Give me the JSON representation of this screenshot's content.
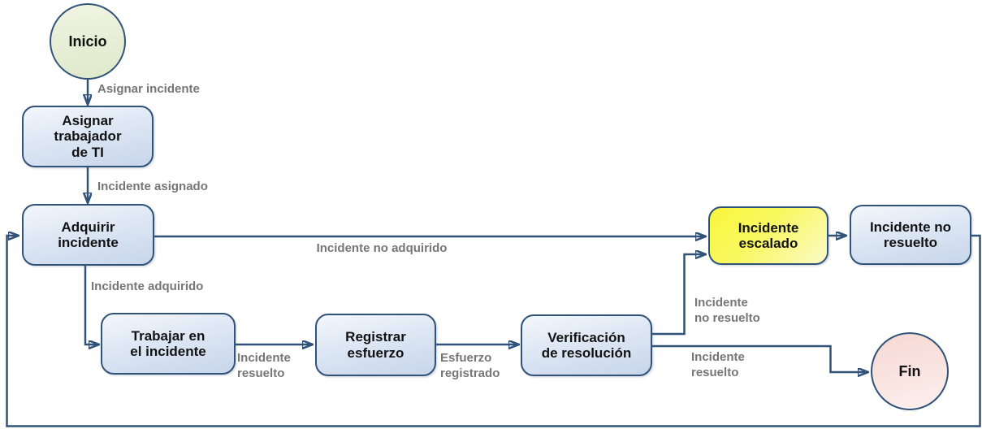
{
  "flowchart": {
    "nodes": {
      "inicio": {
        "label": "Inicio",
        "type": "start"
      },
      "asignar_trabajador": {
        "label": "Asignar\ntrabajador\nde TI",
        "type": "process"
      },
      "adquirir_incidente": {
        "label": "Adquirir\nincidente",
        "type": "process"
      },
      "trabajar_incidente": {
        "label": "Trabajar en\nel incidente",
        "type": "process"
      },
      "registrar_esfuerzo": {
        "label": "Registrar\nesfuerzo",
        "type": "process"
      },
      "verificacion_resolucion": {
        "label": "Verificación\nde resolución",
        "type": "process"
      },
      "incidente_escalado": {
        "label": "Incidente\nescalado",
        "type": "escalated"
      },
      "incidente_no_resuelto": {
        "label": "Incidente no\nresuelto",
        "type": "process"
      },
      "fin": {
        "label": "Fin",
        "type": "end"
      }
    },
    "edge_labels": {
      "asignar_incidente": "Asignar incidente",
      "incidente_asignado": "Incidente asignado",
      "incidente_adquirido": "Incidente adquirido",
      "incidente_no_adquirido": "Incidente no adquirido",
      "incidente_resuelto_trabajo": "Incidente\nresuelto",
      "esfuerzo_registrado": "Esfuerzo\nregistrado",
      "incidente_no_resuelto": "Incidente\nno resuelto",
      "incidente_resuelto_fin": "Incidente\nresuelto"
    },
    "colors": {
      "connector": "#315379",
      "node_border": "#315379",
      "process_fill_top": "#f3f7fc",
      "process_fill_bottom": "#c8d6eb",
      "escalated_fill_top": "#f8f63b",
      "escalated_fill_bottom": "#fbfac8",
      "start_fill_top": "#f0f4e1",
      "start_fill_bottom": "#e0e9ca",
      "end_fill_top": "#f8d9d5",
      "end_fill_bottom": "#fcf0ee",
      "node_text": "#121212",
      "edge_label_text": "#767676"
    }
  }
}
